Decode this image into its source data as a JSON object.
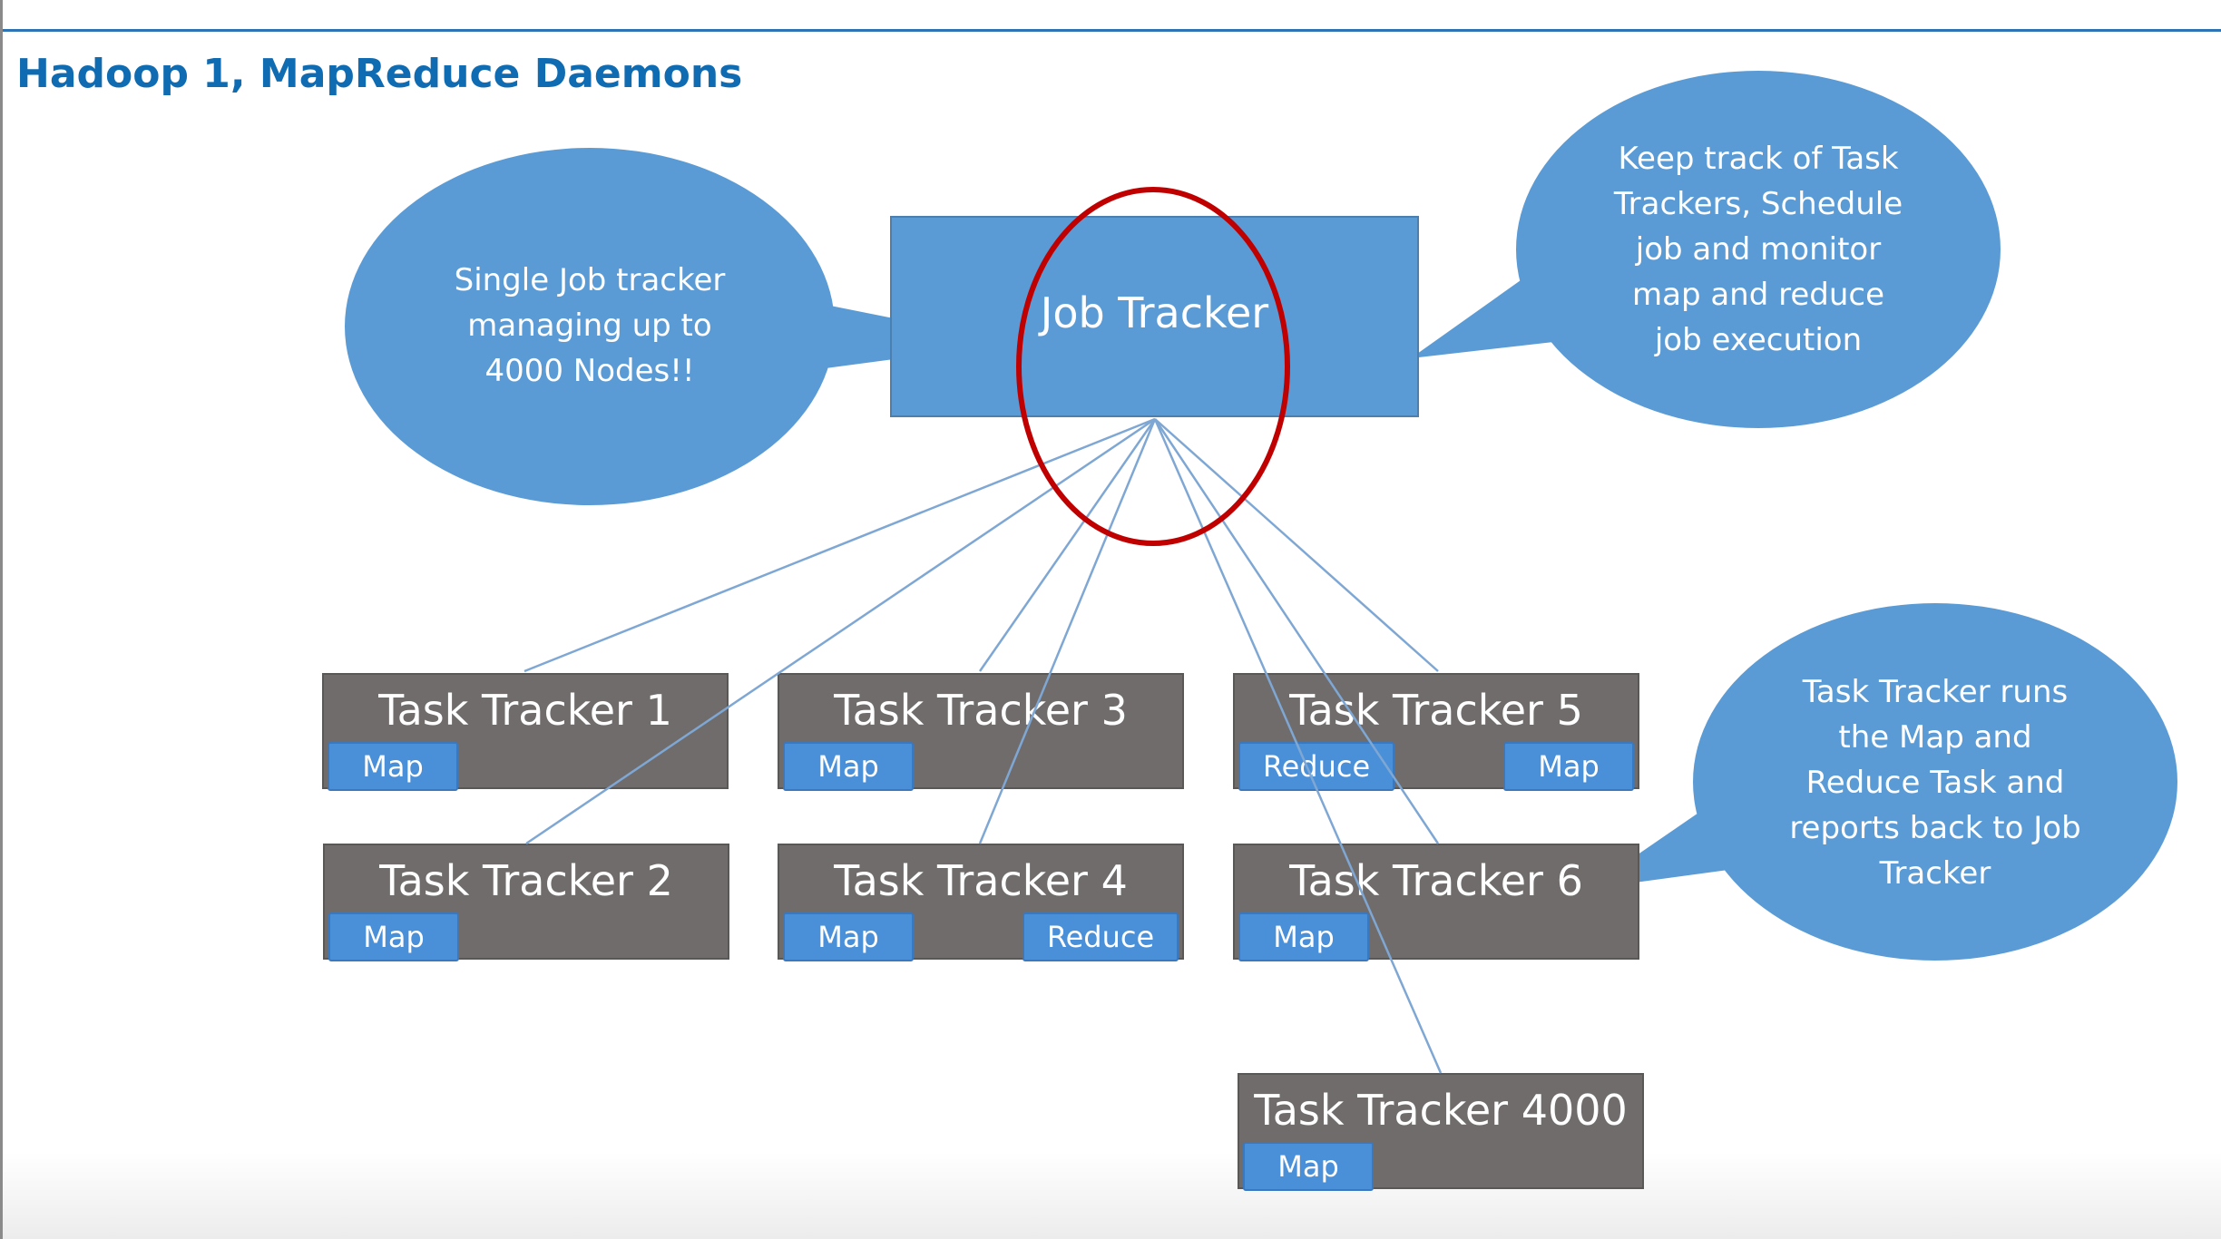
{
  "title": "Hadoop 1, MapReduce Daemons",
  "job_tracker": {
    "label": "Job Tracker"
  },
  "callouts": {
    "left": [
      "Single Job tracker",
      "managing up to",
      "4000 Nodes!!"
    ],
    "right": [
      "Keep track of Task",
      "Trackers, Schedule",
      "job and monitor",
      "map and reduce",
      "job execution"
    ],
    "bottom_right": [
      "Task Tracker runs",
      "the Map and",
      "Reduce Task and",
      "reports back to Job",
      "Tracker"
    ]
  },
  "trackers": [
    {
      "label": "Task Tracker 1",
      "slots": [
        "Map"
      ]
    },
    {
      "label": "Task Tracker 3",
      "slots": [
        "Map"
      ]
    },
    {
      "label": "Task Tracker 5",
      "slots": [
        "Reduce",
        "Map"
      ]
    },
    {
      "label": "Task Tracker 2",
      "slots": [
        "Map"
      ]
    },
    {
      "label": "Task Tracker 4",
      "slots": [
        "Map",
        "Reduce"
      ]
    },
    {
      "label": "Task Tracker 6",
      "slots": [
        "Map"
      ]
    },
    {
      "label": "Task Tracker 4000",
      "slots": [
        "Map"
      ]
    }
  ],
  "colors": {
    "title": "#0f6bb2",
    "callout": "#5b9bd5",
    "tracker": "#706c6b",
    "slot": "#4a90d9",
    "highlight": "#c00000",
    "connector": "#7fa7d4"
  }
}
